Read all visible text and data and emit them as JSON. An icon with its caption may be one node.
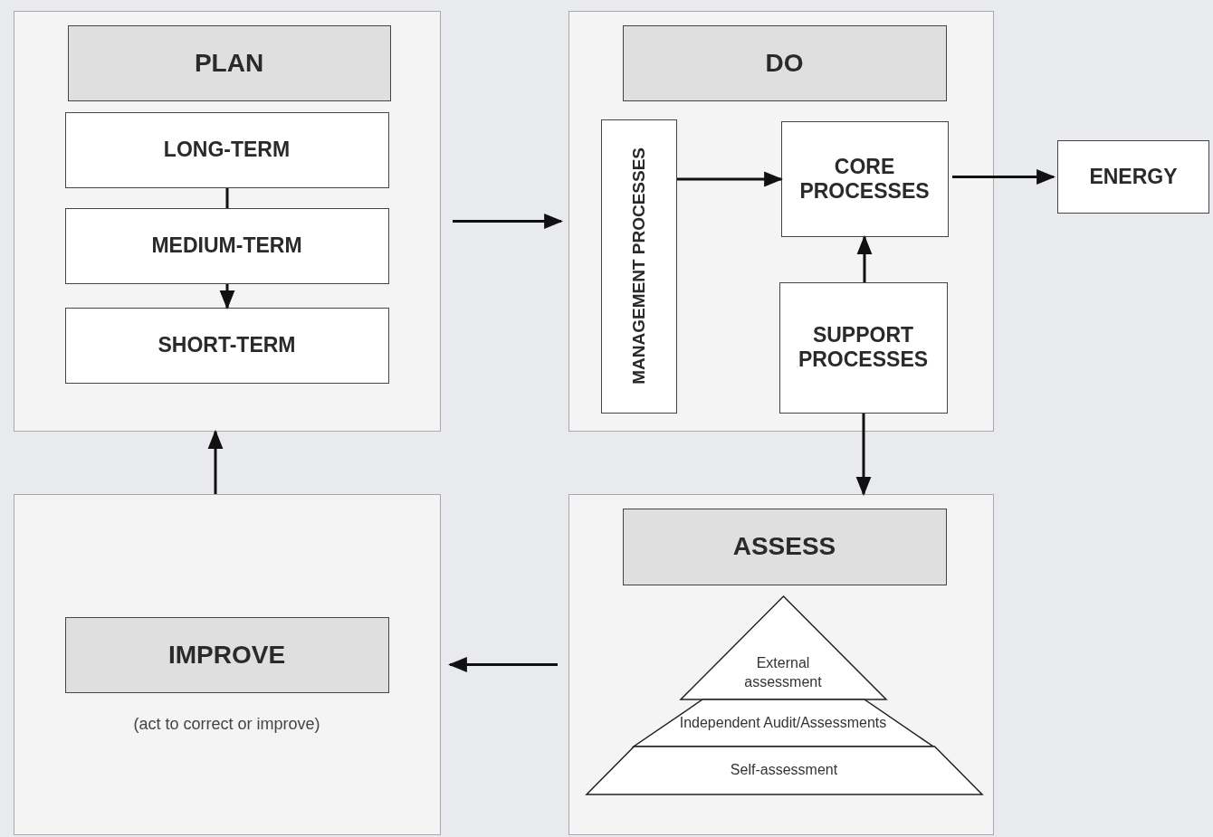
{
  "diagram": {
    "nodes": [
      {
        "text": [],
        "shape": "box"
      },
      {
        "text": [
          "PLAN"
        ],
        "in": 0
      },
      {
        "text": [
          "LONG-TERM"
        ],
        "in": 0
      },
      {
        "text": [
          "MEDIUM-TERM"
        ],
        "in": 0
      },
      {
        "text": [
          "SHORT-TERM"
        ],
        "in": 0
      },
      {
        "text": [],
        "shape": "box"
      },
      {
        "text": [
          "DO"
        ],
        "in": 5
      },
      {
        "text": [
          "MANAGEMENT PROCESSES"
        ],
        "in": 5
      },
      {
        "text": [
          "CORE PROCESSES"
        ],
        "in": 5
      },
      {
        "text": [
          "SUPPORT PROCESSES"
        ],
        "in": 5
      },
      {
        "text": [
          "ENERGY"
        ]
      },
      {
        "text": [],
        "shape": "box"
      },
      {
        "text": [
          "ASSESS"
        ],
        "in": 11
      },
      {
        "text": [
          "External assessment"
        ],
        "in": 11
      },
      {
        "text": [
          "Independent Audit/Assessments"
        ],
        "in": 11
      },
      {
        "text": [
          "Self-assessment"
        ],
        "in": 11
      },
      {
        "text": [],
        "shape": "box"
      },
      {
        "text": [
          "IMPROVE"
        ],
        "in": 16,
        "beside": [
          "(act to correct or improve)"
        ]
      }
    ],
    "edges": [
      {
        "from": 2,
        "to": 3,
        "arrow": "none"
      },
      {
        "from": 3,
        "to": 4,
        "arrow": "to"
      },
      {
        "from": 0,
        "to": 5,
        "arrow": "to"
      },
      {
        "from": 7,
        "to": 8,
        "arrow": "to"
      },
      {
        "from": 9,
        "to": 8,
        "arrow": "to"
      },
      {
        "from": 8,
        "to": 10,
        "arrow": "to"
      },
      {
        "from": 9,
        "to": 11,
        "arrow": "to"
      },
      {
        "from": 11,
        "to": 16,
        "arrow": "to"
      },
      {
        "from": 16,
        "to": 0,
        "arrow": "to"
      }
    ]
  }
}
